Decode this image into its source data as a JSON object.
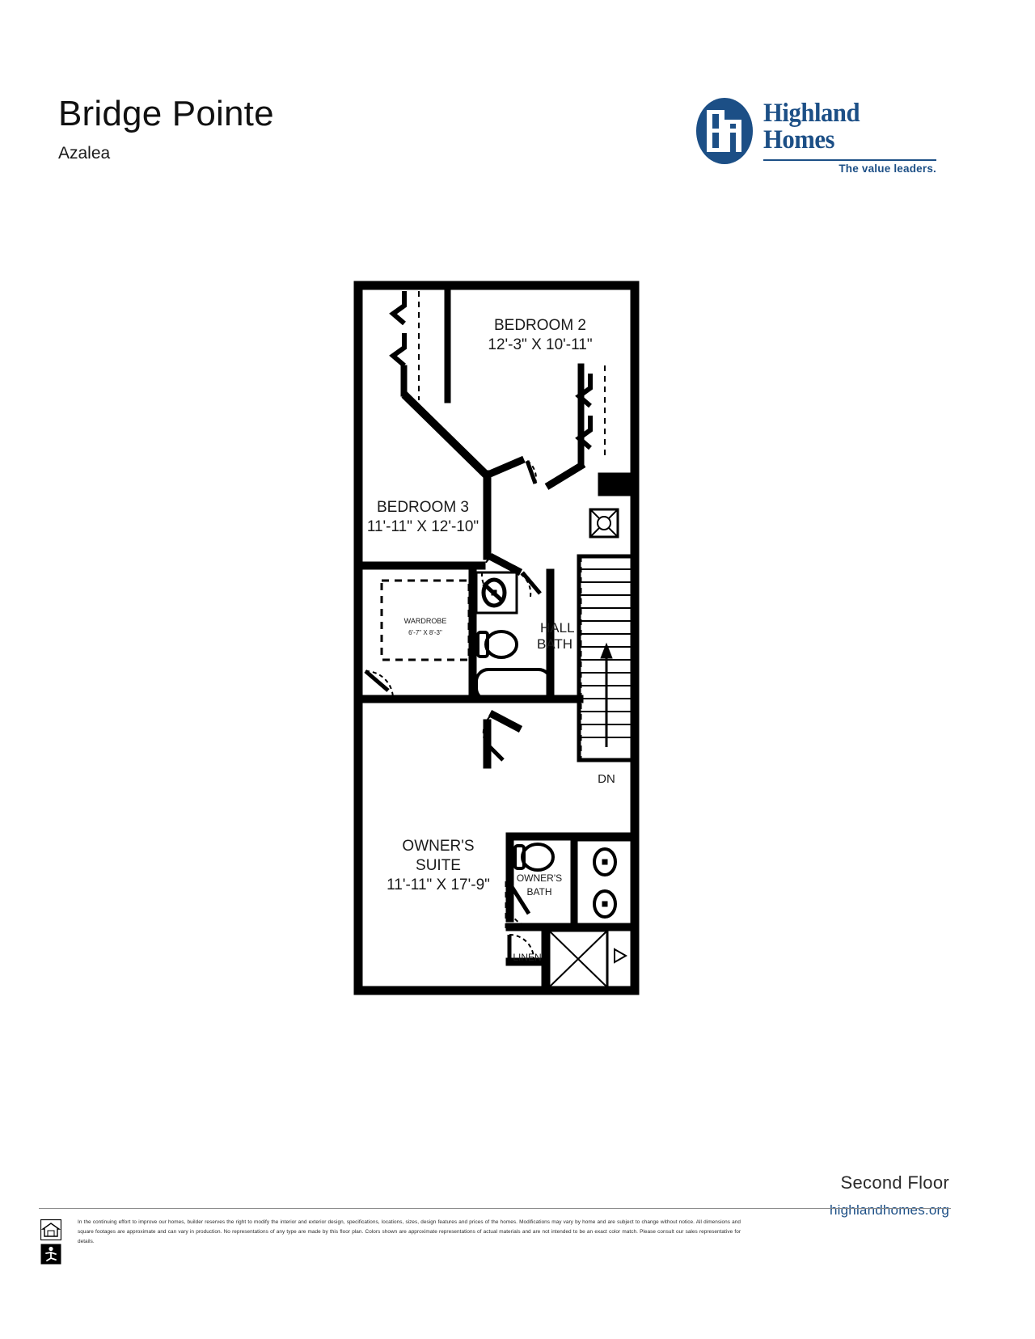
{
  "header": {
    "plan_title": "Bridge Pointe",
    "plan_subtitle": "Azalea",
    "logo": {
      "monogram": "HH",
      "brand_name": "Highland Homes",
      "tagline": "The value leaders.",
      "brand_color": "#1c4f86"
    }
  },
  "floorplan": {
    "rooms": [
      {
        "name": "BEDROOM 2",
        "dimensions": "12'-3\" X 10'-11\""
      },
      {
        "name": "BEDROOM 3",
        "dimensions": "11'-11\" X 12'-10\""
      },
      {
        "name": "WARDROBE",
        "dimensions": "6'-7\" X 8'-3\""
      },
      {
        "name": "HALL",
        "dimensions": "BATH"
      },
      {
        "name": "OWNER'S",
        "dimensions": "SUITE"
      },
      {
        "name": "OWNER'S SUITE",
        "dimensions": "11'-11\" X 17'-9\""
      },
      {
        "name": "OWNER'S",
        "dimensions": "BATH"
      },
      {
        "name": "LINEN",
        "dimensions": ""
      }
    ],
    "labels": {
      "bedroom2_name": "BEDROOM 2",
      "bedroom2_dims": "12'-3\" X 10'-11\"",
      "bedroom3_name": "BEDROOM 3",
      "bedroom3_dims": "11'-11\" X 12'-10\"",
      "wardrobe_name": "WARDROBE",
      "wardrobe_dims": "6'-7\" X 8'-3\"",
      "hallbath_line1": "HALL",
      "hallbath_line2": "BATH",
      "owners_line1": "OWNER'S",
      "owners_line2": "SUITE",
      "owners_dims": "11'-11\" X 17'-9\"",
      "ownersbath_line1": "OWNER'S",
      "ownersbath_line2": "BATH",
      "linen": "LINEN",
      "stairs_direction": "DN"
    }
  },
  "footer": {
    "floor_label": "Second Floor",
    "website": "highlandhomes.org",
    "disclaimer": "In the continuing effort to improve our homes, builder reserves the right to modify the interior and exterior design, specifications, locations, sizes, design features and prices of the homes. Modifications may vary by home and are subject to change without notice. All dimensions and square footages are approximate and can vary in production. No representations of any type are made by this floor plan. Colors shown are approximate representations of actual materials and are not intended to be an exact color match. Please consult our sales representative for details.",
    "icons": [
      "equal-housing-icon",
      "accessibility-icon"
    ]
  }
}
